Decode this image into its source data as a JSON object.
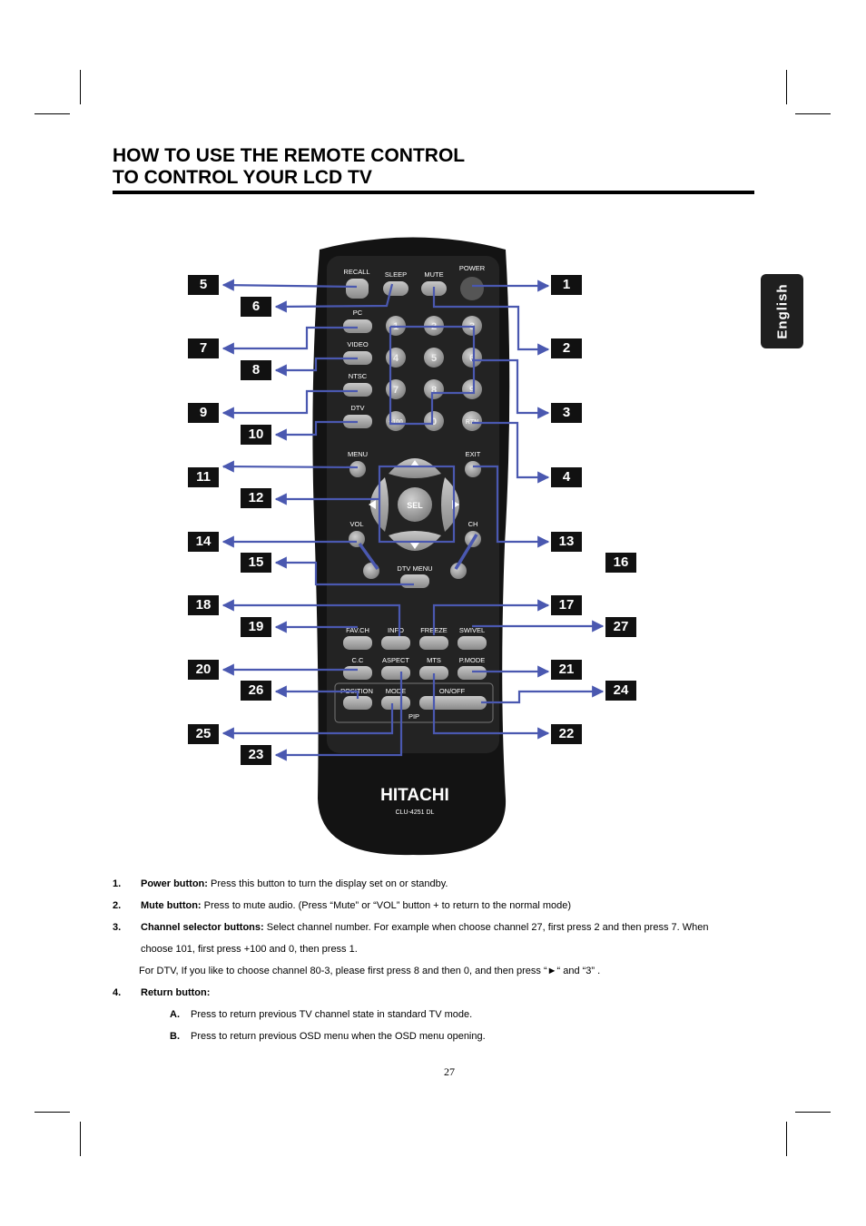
{
  "page_title_lines": [
    "HOW TO USE THE REMOTE CONTROL",
    "TO CONTROL YOUR LCD TV"
  ],
  "language_tab": "English",
  "remote": {
    "brand": "HITACHI",
    "model": "CLU-4251 DL",
    "buttons": {
      "recall": "RECALL",
      "sleep": "SLEEP",
      "mute": "MUTE",
      "power": "POWER",
      "pc": "PC",
      "video": "VIDEO",
      "ntsc": "NTSC",
      "dtv": "DTV",
      "digits": [
        "1",
        "2",
        "3",
        "4",
        "5",
        "6",
        "7",
        "8",
        "9",
        "+100",
        "0",
        "RTN"
      ],
      "menu": "MENU",
      "exit": "EXIT",
      "sel": "SEL",
      "vol": "VOL",
      "ch": "CH",
      "dtv_menu": "DTV MENU",
      "fav_ch": "FAV.CH",
      "info": "INFO",
      "freeze": "FREEZE",
      "swivel": "SWIVEL",
      "cc": "C.C",
      "aspect": "ASPECT",
      "mts": "MTS",
      "pmode": "P.MODE",
      "position": "POSITION",
      "mode": "MODE",
      "on_off": "ON/OFF",
      "pip": "PIP"
    },
    "callouts": [
      "1",
      "2",
      "3",
      "4",
      "5",
      "6",
      "7",
      "8",
      "9",
      "10",
      "11",
      "12",
      "13",
      "14",
      "15",
      "16",
      "17",
      "18",
      "19",
      "20",
      "21",
      "22",
      "23",
      "24",
      "25",
      "26",
      "27"
    ]
  },
  "descriptions": {
    "item1": {
      "num": "1.",
      "label": "Power button:",
      "text": " Press this button to turn the display set on or standby."
    },
    "item2": {
      "num": "2.",
      "label": "Mute button:",
      "text": " Press to mute audio. (Press “Mute” or “VOL” button + to return to the normal mode)"
    },
    "item3": {
      "num": "3.",
      "label": "Channel selector buttons:",
      "text": " Select channel number. For example when choose channel 27, first press 2 and then press 7. When"
    },
    "item3_cont": "choose 101, first press +100 and 0, then press 1.",
    "item3_dtv": "For DTV, If you like to choose channel 80-3, please first press 8 and then 0, and then press “►“ and “3” .",
    "item4": {
      "num": "4.",
      "label": "Return button:"
    },
    "item4a": {
      "num": "A.",
      "text": "Press to return previous TV channel state in standard TV mode."
    },
    "item4b": {
      "num": "B.",
      "text": "Press to return previous OSD menu when the OSD menu opening."
    }
  },
  "page_number": "27",
  "colors": {
    "leader_line": "#4a58b0",
    "remote_body": "#151515",
    "button": "#9a9a9a"
  }
}
